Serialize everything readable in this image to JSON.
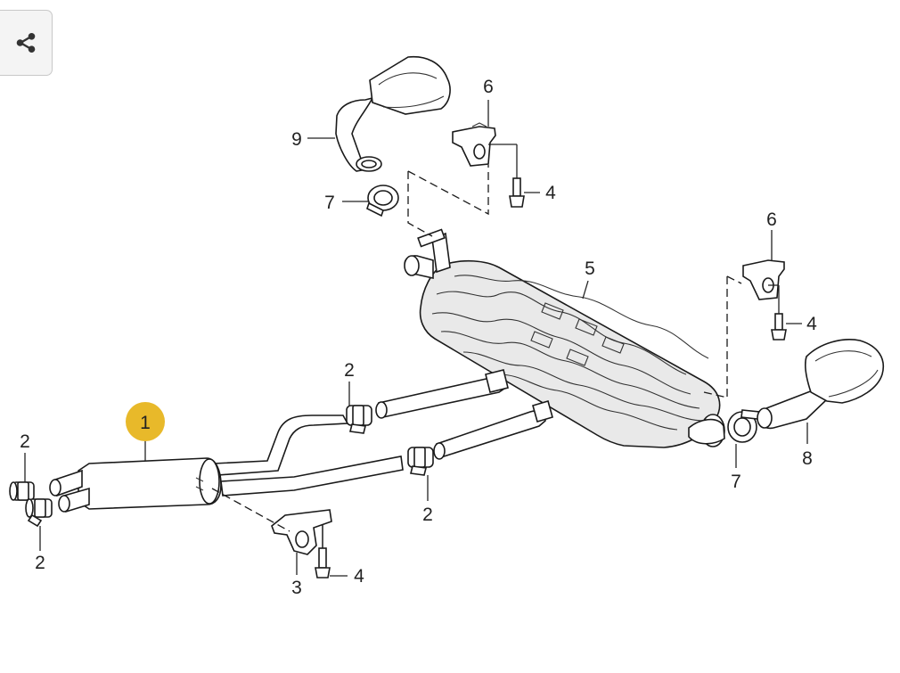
{
  "toolbar": {
    "share_icon": "share-icon"
  },
  "highlight_color": "#E8B92A",
  "callouts": {
    "c1": "1",
    "c2a": "2",
    "c2b": "2",
    "c2c": "2",
    "c2d": "2",
    "c3": "3",
    "c4a": "4",
    "c4b": "4",
    "c4c": "4",
    "c5": "5",
    "c6a": "6",
    "c6b": "6",
    "c7a": "7",
    "c7b": "7",
    "c8": "8",
    "c9": "9"
  }
}
